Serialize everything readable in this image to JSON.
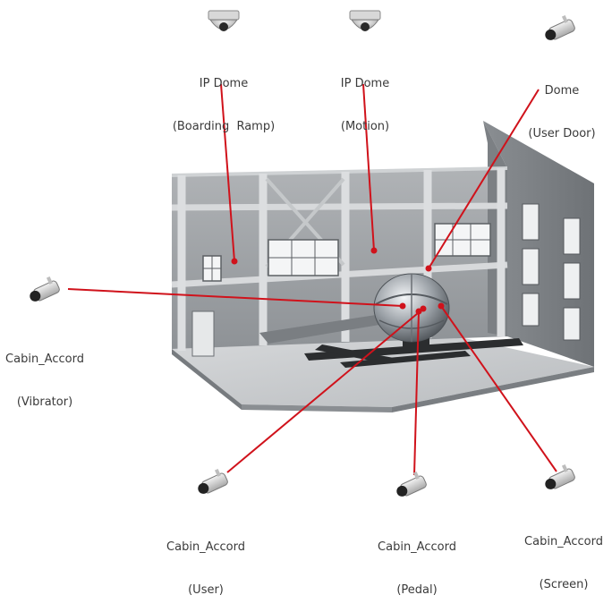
{
  "accent_color": "#d0121b",
  "cameras": [
    {
      "id": "ip-dome-boarding",
      "icon": "dome-camera-icon",
      "line1": "IP Dome",
      "line2": "(Boarding  Ramp)"
    },
    {
      "id": "ip-dome-motion",
      "icon": "dome-camera-icon",
      "line1": "IP Dome",
      "line2": "(Motion)"
    },
    {
      "id": "dome-user-door",
      "icon": "bullet-camera-icon",
      "line1": "Dome",
      "line2": "(User Door)"
    },
    {
      "id": "cabin-vibrator",
      "icon": "bullet-camera-icon",
      "line1": "Cabin_Accord",
      "line2": "(Vibrator)"
    },
    {
      "id": "cabin-user",
      "icon": "bullet-camera-icon",
      "line1": "Cabin_Accord",
      "line2": "(User)"
    },
    {
      "id": "cabin-pedal",
      "icon": "bullet-camera-icon",
      "line1": "Cabin_Accord",
      "line2": "(Pedal)"
    },
    {
      "id": "cabin-screen",
      "icon": "bullet-camera-icon",
      "line1": "Cabin_Accord",
      "line2": "(Screen)"
    }
  ]
}
